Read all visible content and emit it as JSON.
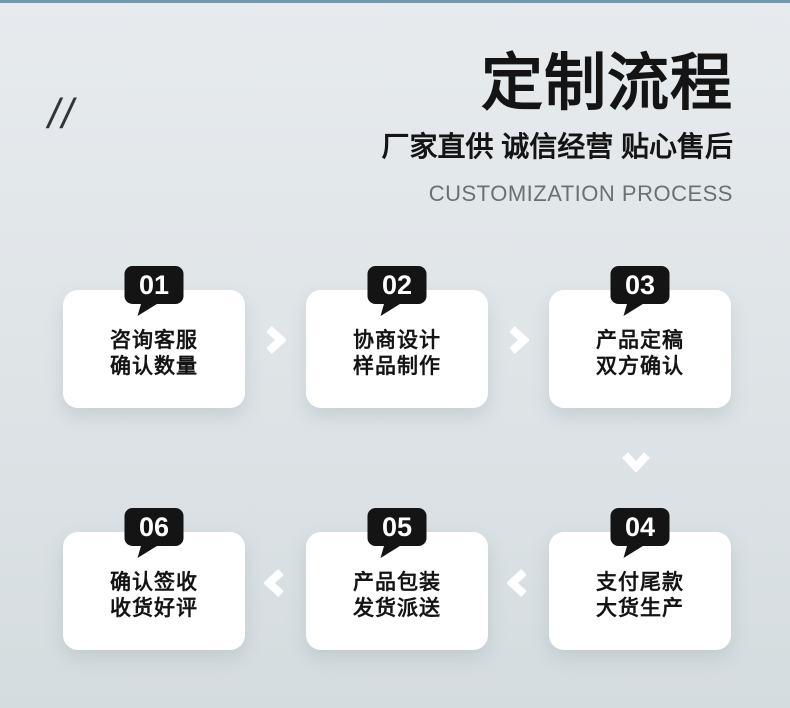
{
  "colors": {
    "bg-top": "#e7ebee",
    "bg-bottom": "#d5dcdf",
    "top-line": "#7697a9",
    "card-bg": "#ffffff",
    "badge-bg": "#141414",
    "badge-text": "#ffffff",
    "ink": "#141414",
    "muted": "#6b7073",
    "arrow": "#ffffff"
  },
  "header": {
    "decorative_slashes": "//",
    "title": "定制流程",
    "subtitle": "厂家直供 诚信经营 贴心售后",
    "subtitle_en": "CUSTOMIZATION PROCESS"
  },
  "steps": [
    {
      "number": "01",
      "line1": "咨询客服",
      "line2": "确认数量"
    },
    {
      "number": "02",
      "line1": "协商设计",
      "line2": "样品制作"
    },
    {
      "number": "03",
      "line1": "产品定稿",
      "line2": "双方确认"
    },
    {
      "number": "04",
      "line1": "支付尾款",
      "line2": "大货生产"
    },
    {
      "number": "05",
      "line1": "产品包装",
      "line2": "发货派送"
    },
    {
      "number": "06",
      "line1": "确认签收",
      "line2": "收货好评"
    }
  ],
  "icons": {
    "flow_arrows": [
      "chevron-right",
      "chevron-right",
      "chevron-down",
      "chevron-left",
      "chevron-left"
    ]
  }
}
